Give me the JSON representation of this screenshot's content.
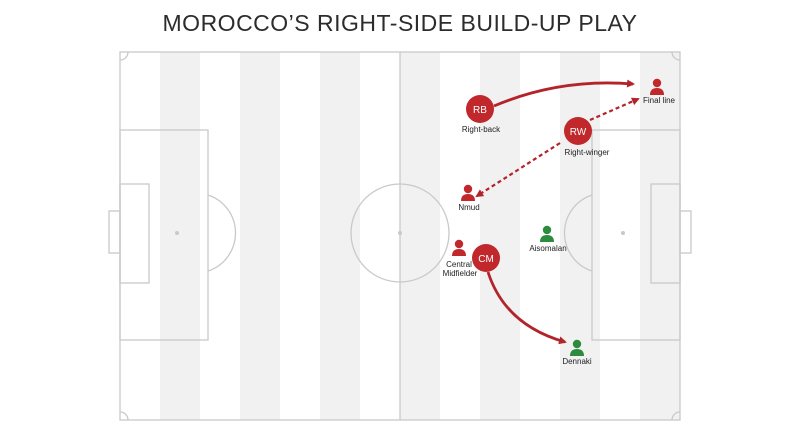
{
  "title": "MOROCCO’S RIGHT-SIDE BUILD-UP PLAY",
  "colors": {
    "morocco": "#c0282c",
    "opponent": "#2e8b3e",
    "pitch_line": "#c9c9c9",
    "stripe": "#f0f0f0",
    "arrow": "#b3242a"
  },
  "players": {
    "rb": {
      "badge": "RB",
      "label": "Right-back"
    },
    "rw": {
      "badge": "RW",
      "label": "Right-winger"
    },
    "cm": {
      "badge": "CM",
      "label_line1": "Central",
      "label_line2": "Midfielder"
    },
    "final_line": {
      "label": "Final line"
    },
    "nmud": {
      "label": "Nmud"
    },
    "opp1": {
      "label": "Aisomalan"
    },
    "opp2": {
      "label": "Dennaki"
    }
  },
  "icons": {
    "player": "person-icon",
    "badge": "circle-badge"
  }
}
